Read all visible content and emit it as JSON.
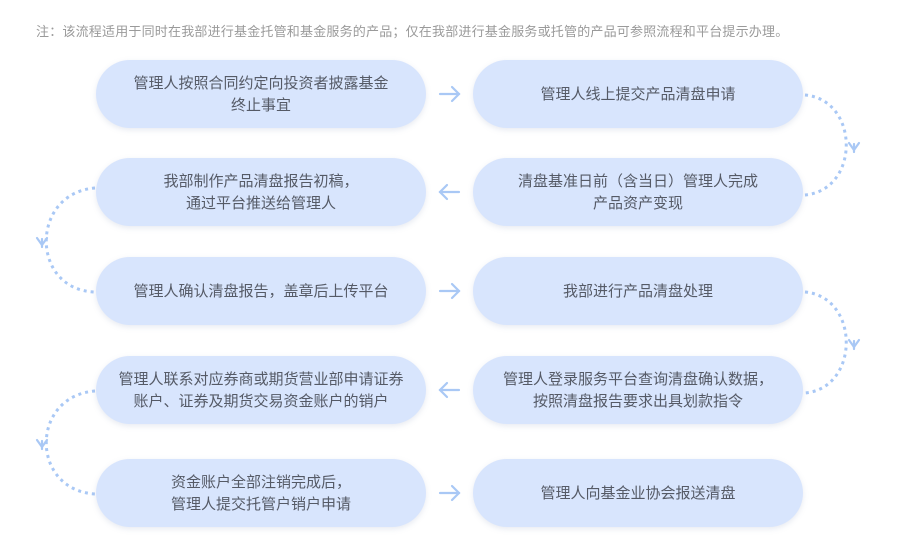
{
  "note": "注：该流程适用于同时在我部进行基金托管和基金服务的产品；仅在我部进行基金服务或托管的产品可参照流程和平台提示办理。",
  "colors": {
    "pill_bg": "#d8e5fd",
    "arrow": "#a9c8f5",
    "text": "#555a66",
    "note_text": "#9a9a9a"
  },
  "steps": [
    {
      "step": 1,
      "lines": [
        "管理人按照合同约定向投资者披露基金",
        "终止事宜"
      ]
    },
    {
      "step": 2,
      "lines": [
        "管理人线上提交产品清盘申请"
      ]
    },
    {
      "step": 3,
      "lines": [
        "清盘基准日前（含当日）管理人完成",
        "产品资产变现"
      ]
    },
    {
      "step": 4,
      "lines": [
        "我部制作产品清盘报告初稿，",
        "通过平台推送给管理人"
      ]
    },
    {
      "step": 5,
      "lines": [
        "管理人确认清盘报告，盖章后上传平台"
      ]
    },
    {
      "step": 6,
      "lines": [
        "我部进行产品清盘处理"
      ]
    },
    {
      "step": 7,
      "lines": [
        "管理人登录服务平台查询清盘确认数据，",
        "按照清盘报告要求出具划款指令"
      ]
    },
    {
      "step": 8,
      "lines": [
        "管理人联系对应券商或期货营业部申请证券",
        "账户、证券及期货交易资金账户的销户"
      ]
    },
    {
      "step": 9,
      "lines": [
        "资金账户全部注销完成后，",
        "管理人提交托管户销户申请"
      ]
    },
    {
      "step": 10,
      "lines": [
        "管理人向基金业协会报送清盘"
      ]
    }
  ]
}
